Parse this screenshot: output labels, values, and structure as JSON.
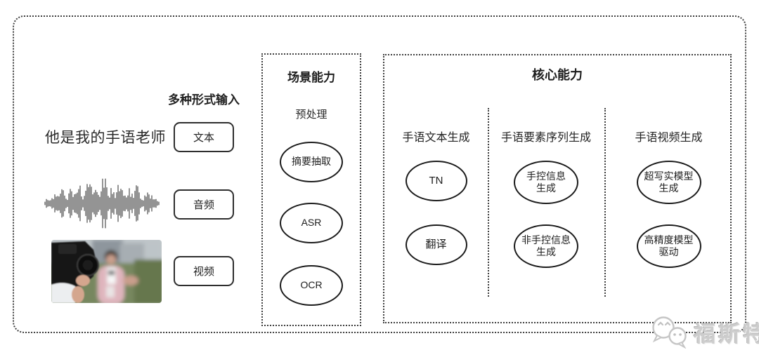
{
  "colors": {
    "ink": "#1f1f1f",
    "line": "#3f3f3f",
    "watermark_gray": "#cdcdcd",
    "background": "#ffffff"
  },
  "input_section": {
    "header": "多种形式输入",
    "sample_sentence": "他是我的手语老师",
    "boxes": [
      {
        "label": "文本"
      },
      {
        "label": "音频"
      },
      {
        "label": "视频"
      }
    ]
  },
  "scene_capability": {
    "title": "场景能力",
    "stage_label": "预处理",
    "nodes": [
      "摘要抽取",
      "ASR",
      "OCR"
    ]
  },
  "core_capability": {
    "title": "核心能力",
    "columns": [
      {
        "header": "手语文本生成",
        "nodes": [
          "TN",
          "翻译"
        ]
      },
      {
        "header": "手语要素序列生成",
        "nodes": [
          "手控信息\n生成",
          "非手控信息\n生成"
        ]
      },
      {
        "header": "手语视频生成",
        "nodes": [
          "超写实模型\n生成",
          "高精度模型\n驱动"
        ]
      }
    ]
  },
  "watermark": {
    "text": "福斯特"
  }
}
